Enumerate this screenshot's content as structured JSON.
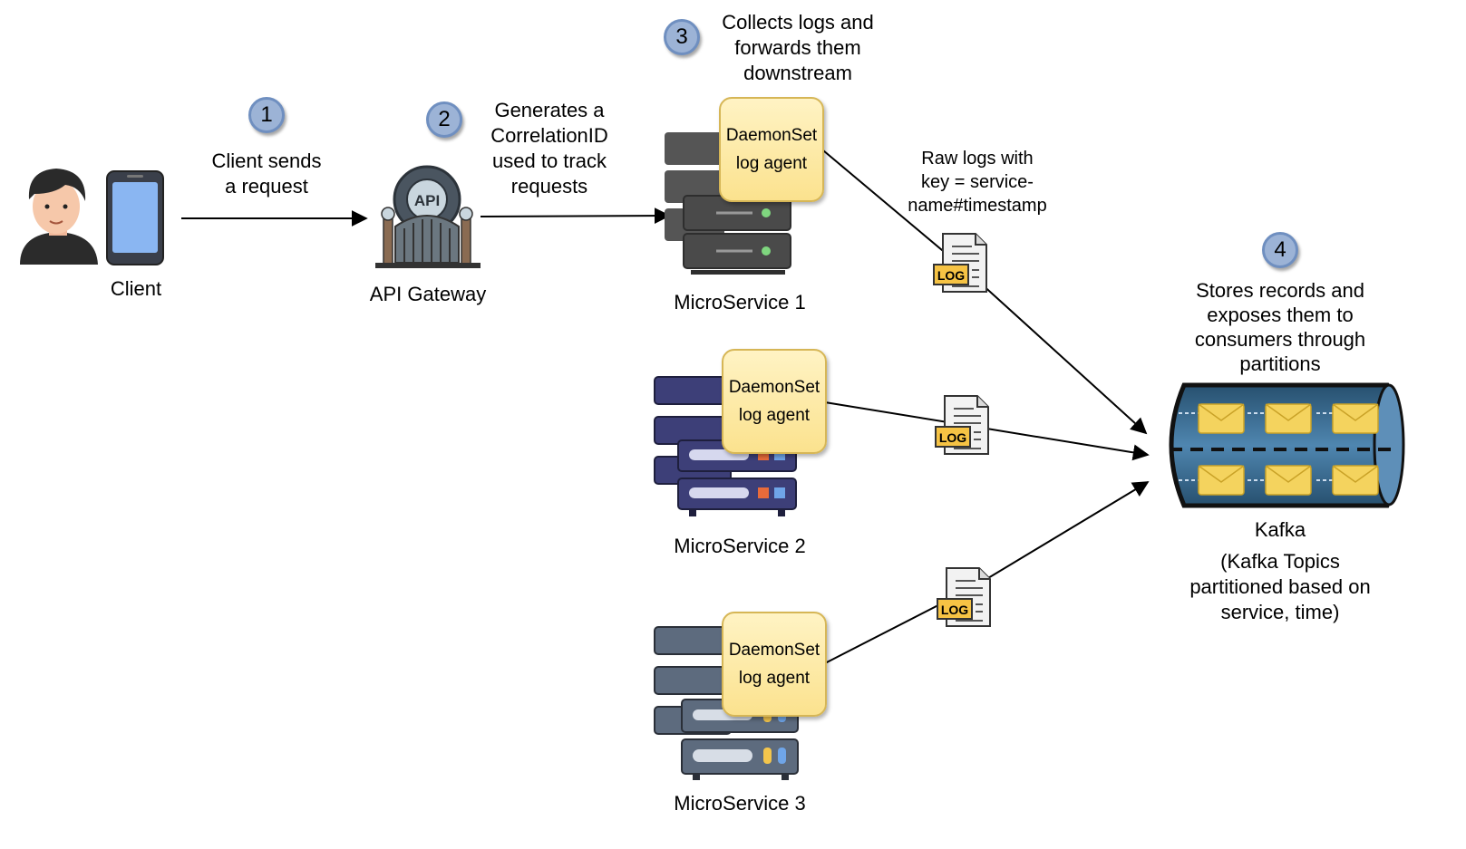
{
  "steps": {
    "s1": {
      "number": "1",
      "text": "Client sends\na request"
    },
    "s2": {
      "number": "2",
      "text": "Generates a\nCorrelationID\nused to track\nrequests"
    },
    "s3": {
      "number": "3",
      "text": "Collects logs and\nforwards them\ndownstream"
    },
    "s4": {
      "number": "4",
      "text": "Stores records and\nexposes them to\nconsumers through\npartitions"
    }
  },
  "nodes": {
    "client": {
      "label": "Client",
      "icon": "person-phone-icon"
    },
    "gateway": {
      "label": "API Gateway",
      "icon": "api-gateway-icon",
      "icon_text": "API"
    },
    "ms1": {
      "label": "MicroService 1",
      "icon": "server-rack-icon"
    },
    "ms2": {
      "label": "MicroService 2",
      "icon": "server-rack-icon"
    },
    "ms3": {
      "label": "MicroService 3",
      "icon": "server-rack-icon"
    },
    "kafka": {
      "label": "Kafka",
      "sublabel": "(Kafka Topics\npartitioned based on\nservice, time)",
      "icon": "kafka-queue-icon"
    }
  },
  "agents": {
    "line1": "DaemonSet",
    "line2": "log agent"
  },
  "edge_labels": {
    "raw_logs": "Raw logs with\nkey = service-\nname#timestamp"
  },
  "log_icon_text": "LOG",
  "colors": {
    "agent_fill": "#fbe28e",
    "agent_border": "#d6b656",
    "badge_fill": "#9cb3d6",
    "server_dark": "#4a4a4a",
    "server_navy": "#3d3f78",
    "kafka_tube": "#3b6e96"
  }
}
